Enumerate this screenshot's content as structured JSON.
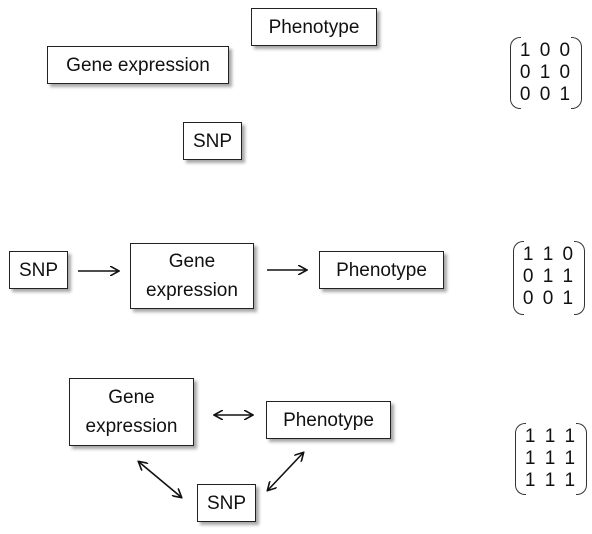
{
  "panel1": {
    "phenotype": "Phenotype",
    "gene_expression": "Gene expression",
    "snp": "SNP",
    "matrix": [
      "1 0 0",
      "0 1 0",
      "0 0 1"
    ]
  },
  "panel2": {
    "snp": "SNP",
    "gene_line1": "Gene",
    "gene_line2": "expression",
    "phenotype": "Phenotype",
    "matrix": [
      "1 1 0",
      "0 1 1",
      "0 0 1"
    ]
  },
  "panel3": {
    "gene_line1": "Gene",
    "gene_line2": "expression",
    "phenotype": "Phenotype",
    "snp": "SNP",
    "matrix": [
      "1 1 1",
      "1 1 1",
      "1 1 1"
    ]
  }
}
